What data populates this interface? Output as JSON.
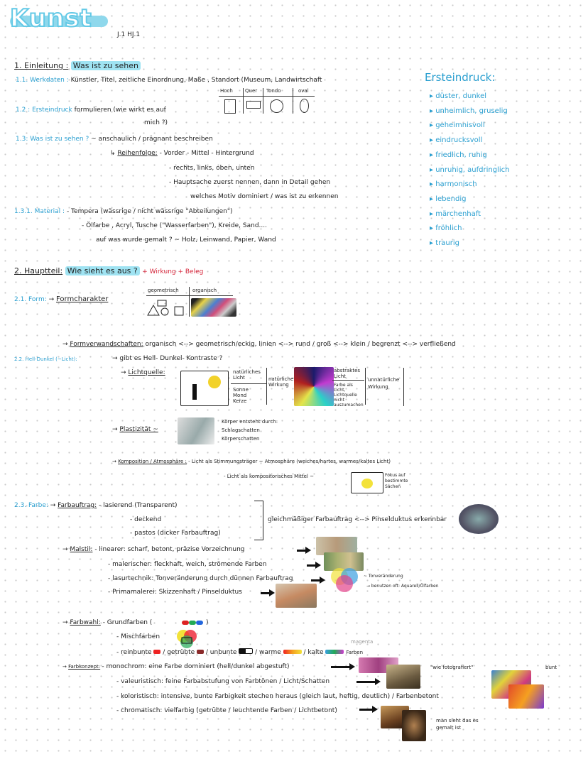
{
  "header": {
    "title": "Kunst",
    "date": "J.1 HJ.1"
  },
  "s1": {
    "heading_num": "1. Einleitung :",
    "heading_hl": "Was ist zu sehen",
    "l11_num": "1.1. Werkdaten :",
    "l11": "Künstler, Titel, zeitliche Einordnung, Maße , Standort (Museum, Landwirtschaft",
    "formats": [
      "Hoch",
      "Quer",
      "Tondo",
      "oval"
    ],
    "l12_num": "1.2 :",
    "l12_hl": "Ersteindruck",
    "l12": "formulieren (wie wirkt es auf",
    "l12b": "mich ?)",
    "l13_num": "1.3: Was ist zu sehen ?",
    "l13": "~ anschaulich / prägnant beschreiben",
    "reihen_label": "Reihenfolge:",
    "reihen": [
      "- Vorder - Mittel - Hintergrund",
      "- rechts, links, oben, unten",
      "- Hauptsache zuerst nennen, dann in Detail gehen",
      "welches Motiv dominiert / was ist zu erkennen"
    ],
    "l131_num": "1.3.1. Material :",
    "l131": [
      "- Tempera (wässrige / nicht wässrige \"Abteilungen\")",
      "- Ölfarbe , Acryl, Tusche (\"Wasserfarben\"), Kreide, Sand....",
      "auf was wurde gemalt ? ~ Holz, Leinwand, Papier, Wand"
    ]
  },
  "ersteindruck": {
    "title": "Ersteindruck:",
    "items": [
      "düster, dunkel",
      "unheimlich, gruselig",
      "geheimnisvoll",
      "eindrucksvoll",
      "friedlich, ruhig",
      "unruhig, aufdringlich",
      "harmonisch",
      "lebendig",
      "märchenhaft",
      "fröhlich",
      "traurig"
    ]
  },
  "s2": {
    "heading_num": "2. Hauptteil:",
    "heading_hl": "Wie sieht es aus ?",
    "heading_red": "+ Wirkung + Beleg",
    "form_num": "2.1. Form:",
    "formchar": "Formcharakter",
    "geo": "geometrisch",
    "org": "organisch",
    "formverw": "Formverwandschaften:",
    "formverw_text": "organisch <--> geometrisch/eckig, linien <--> rund / groß <--> klein / begrenzt <--> verfließend",
    "hd_num": "2.2. Hell-Dunkel (~Licht):",
    "hd_q": "gibt es Hell- Dunkel- Kontraste ?",
    "lq": "Lichtquelle:",
    "nat_licht": "natürliches Licht",
    "nat_list": "Sonne Mond Kerze",
    "nat_wirk": "natürliche Wirkung",
    "abs_licht": "abstraktes Licht",
    "abs_list": "Farbe als Licht, Lichtquelle nicht auszumachen",
    "unnat": "unnatürliche Wirkung",
    "plast": "Plastizität ~",
    "plast_notes": [
      "Körper entsteht durch:",
      "Schlagschatten",
      "Körperschatten"
    ],
    "komp": "Komposition / Atmosphäre :",
    "komp1": "- Licht als Stimmungsträger ~ Atmosphäre (weiches/hartes, warmes/kaltes Licht)",
    "komp2": "- Licht als kompositorisches Mittel ~",
    "fokus": "Fokus auf bestimmte Sachen",
    "farbe_num": "2.3. Farbe:",
    "farbauftrag": "Farbauftrag:",
    "auftrag": [
      "- lasierend (Transparent)",
      "- deckend",
      "- pastos (dicker Farbauftrag)"
    ],
    "gleich": "gleichmäßiger Farbauftrag <--> Pinselduktus erkennbar",
    "malstil": "Malstil:",
    "malstil_items": [
      "- linearer: scharf, betont, präzise Vorzeichnung",
      "- malerischer: fleckhaft, weich, strömende Farben",
      "- lasurtechnik: Tonveränderung durch dünnen Farbauftrag",
      "- Primamalerei: Skizzenhaft / Pinselduktus"
    ],
    "tonv": "~ Tonveränderung",
    "tonv2": "→ benutzen oft: Aquarell/Ölfarben",
    "farbwahl": "Farbwahl:",
    "grund": "- Grundfarben (",
    "grund_end": ")",
    "misch": "- Mischfarben",
    "magenta": "magenta",
    "reinbunt": "- reinbunte",
    "getruebt": "/ getrübte",
    "unbunte": "/ unbunte",
    "warme": "/ warme",
    "kalte": "/ kalte",
    "farben": "Farben",
    "konzept": "Farbkonzept:",
    "konzept_items": [
      "- monochrom: eine Farbe dominiert (hell/dunkel abgestuft)",
      "- valeuristisch: feine Farbabstufung von Farbtönen / Licht/Schatten",
      "- koloristisch: intensive, bunte Farbigkeit stechen heraus (gleich laut, heftig, deutlich) / Farbenbetont",
      "- chromatisch: vielfarbig (getrübte / leuchtende Farben / Lichtbetont)"
    ],
    "wie_foto": "\"wie fotografiert\"",
    "bunt": "bunt",
    "man_sieht": "man sieht das es gemalt ist"
  },
  "colors": {
    "accent_blue": "#2a9fd0",
    "highlight": "#9fe3f2",
    "red": "#d8263b"
  }
}
